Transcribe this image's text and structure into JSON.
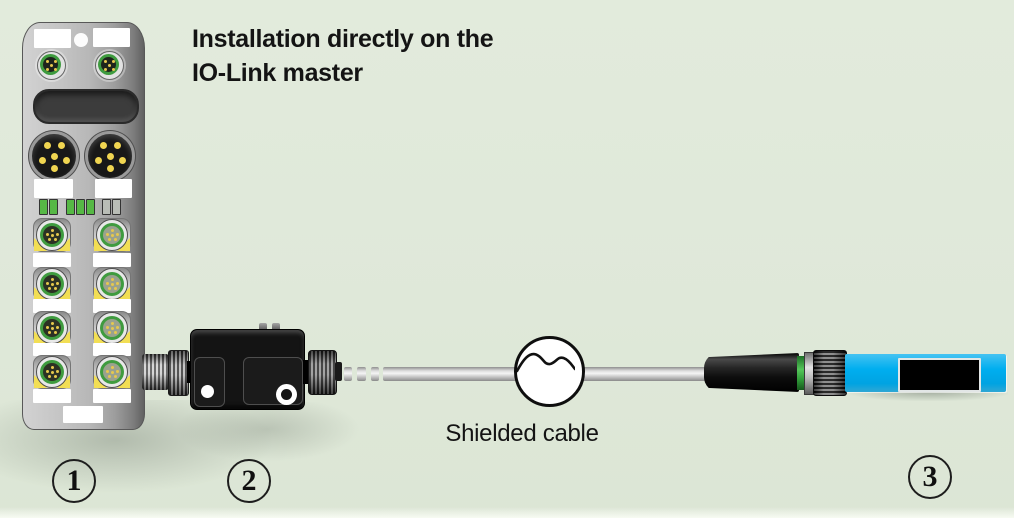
{
  "title": {
    "line1": "Installation directly on the",
    "line2": "IO-Link master"
  },
  "cable": {
    "label": "Shielded cable"
  },
  "callouts": [
    {
      "number": "1"
    },
    {
      "number": "2"
    },
    {
      "number": "3"
    }
  ],
  "colors": {
    "background": "#DFE8D9",
    "module_gray": "#B7B7B7",
    "led_green": "#56B845",
    "port_ring_green": "#3F9B3F",
    "pin_yellow": "#F0D551",
    "wedge_yellow": "#F2DE54",
    "device_black": "#141414",
    "cable_gray": "#C2C2C2",
    "sensor_blue": "#00AEEF"
  }
}
